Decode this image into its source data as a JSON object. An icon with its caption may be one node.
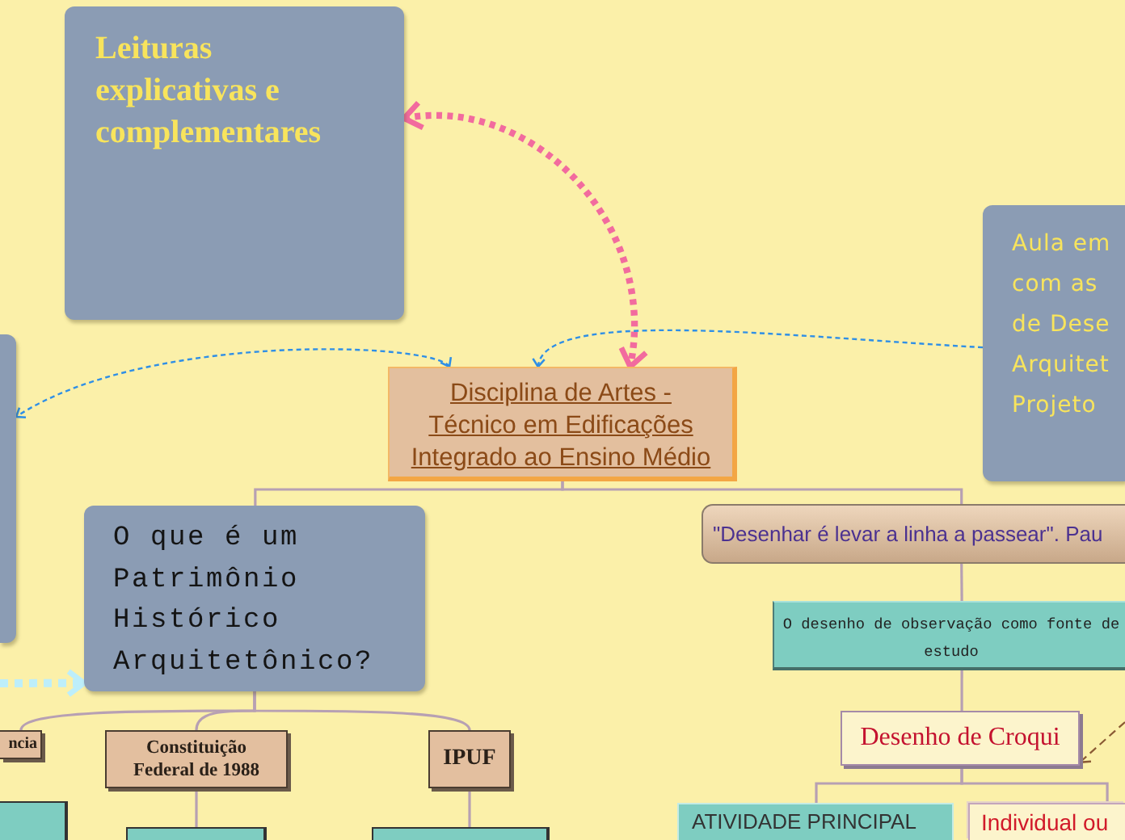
{
  "diagram": {
    "nodes": [
      {
        "text": [
          "Leituras explicativas e complementares"
        ]
      },
      {
        "text": [
          "Aula em com as de Dese Arquitet Projeto"
        ]
      },
      {
        "text": [],
        "shape": "box"
      },
      {
        "text": [
          "Disciplina de Artes - Técnico em Edificações Integrado ao Ensino Médio"
        ]
      },
      {
        "text": [
          "O que é um Patrimônio Histórico Arquitetônico?"
        ]
      },
      {
        "text": [
          "\"Desenhar é levar a linha a passear\". Pau"
        ]
      },
      {
        "text": [
          "O desenho de observação como fonte de estudo"
        ]
      },
      {
        "text": [
          "Desenho de Croqui"
        ]
      },
      {
        "text": [
          "ncia"
        ]
      },
      {
        "text": [
          "Constituição Federal de 1988"
        ]
      },
      {
        "text": [
          "IPUF"
        ]
      },
      {
        "text": [
          "ATIVIDADE PRINCIPAL"
        ]
      },
      {
        "text": [
          "Individual ou"
        ]
      },
      {
        "text": [],
        "shape": "box"
      },
      {
        "text": [],
        "shape": "box"
      },
      {
        "text": [],
        "shape": "box"
      }
    ],
    "edges": [
      {
        "from": 0,
        "to": 3,
        "arrow": "both",
        "style": "dashed",
        "color": "#f26b9e"
      },
      {
        "from": 3,
        "to": 2,
        "arrow": "both",
        "style": "dashed",
        "color": "#2f8fe6"
      },
      {
        "from": 1,
        "to": 3,
        "arrow": "to",
        "style": "dashed",
        "color": "#2f8fe6"
      },
      {
        "from": 3,
        "to": 4,
        "arrow": "none"
      },
      {
        "from": 3,
        "to": 5,
        "arrow": "none"
      },
      {
        "from": null,
        "to": 4,
        "arrow": "to",
        "style": "dashed",
        "color": "#bdeefa"
      },
      {
        "from": 4,
        "to": 8,
        "arrow": "none"
      },
      {
        "from": 4,
        "to": 9,
        "arrow": "none"
      },
      {
        "from": 4,
        "to": 10,
        "arrow": "none"
      },
      {
        "from": 5,
        "to": 6,
        "arrow": "none"
      },
      {
        "from": 6,
        "to": 7,
        "arrow": "none"
      },
      {
        "from": 7,
        "to": 11,
        "arrow": "none"
      },
      {
        "from": 7,
        "to": 12,
        "arrow": "none"
      },
      {
        "from": null,
        "to": 7,
        "arrow": "to",
        "style": "dashed",
        "color": "#8a5a34"
      },
      {
        "from": 9,
        "to": 14,
        "arrow": "none"
      },
      {
        "from": 10,
        "to": 15,
        "arrow": "none"
      }
    ]
  }
}
